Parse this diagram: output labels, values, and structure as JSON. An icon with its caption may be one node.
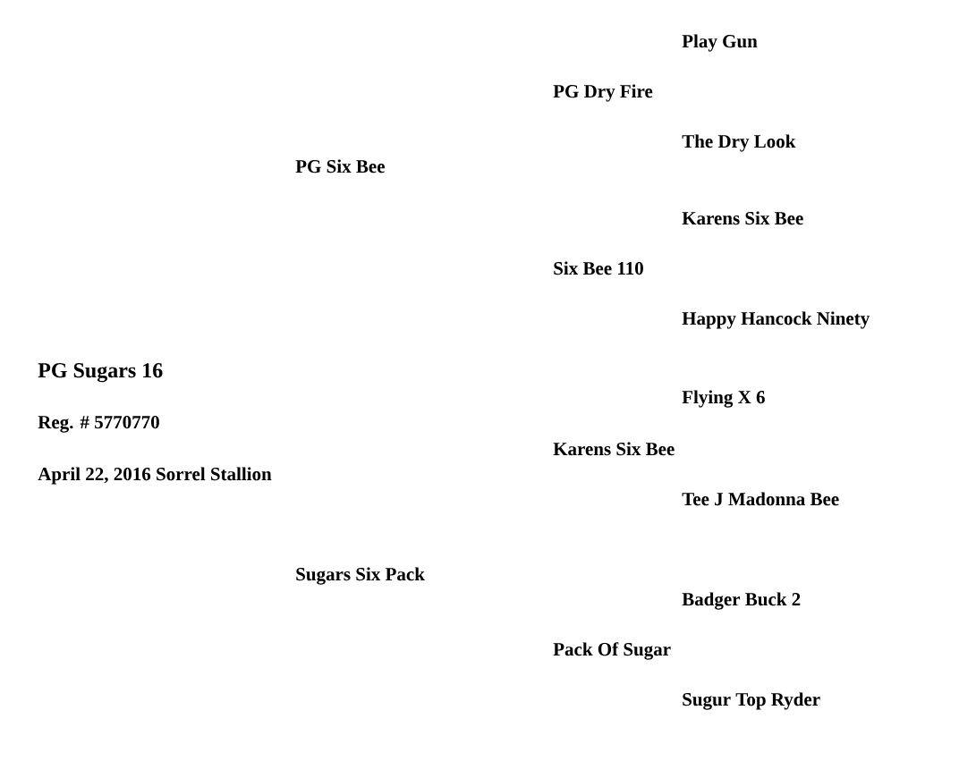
{
  "diagram": {
    "title": "PG Sugars 16",
    "labels": [
      "Play Gun",
      "PG Dry Fire",
      "The Dry Look",
      "PG Six Bee",
      "Karens Six Bee",
      "Six Bee 110",
      "Happy Hancock Ninety",
      "Flying X 6",
      "Reg. # 5770770",
      "Karens Six Bee",
      "April 22, 2016  Sorrel Stallion",
      "Tee J Madonna Bee",
      "Sugars Six Pack",
      "Badger Buck 2",
      "Pack Of Sugar",
      "Sugur Top Ryder"
    ]
  }
}
